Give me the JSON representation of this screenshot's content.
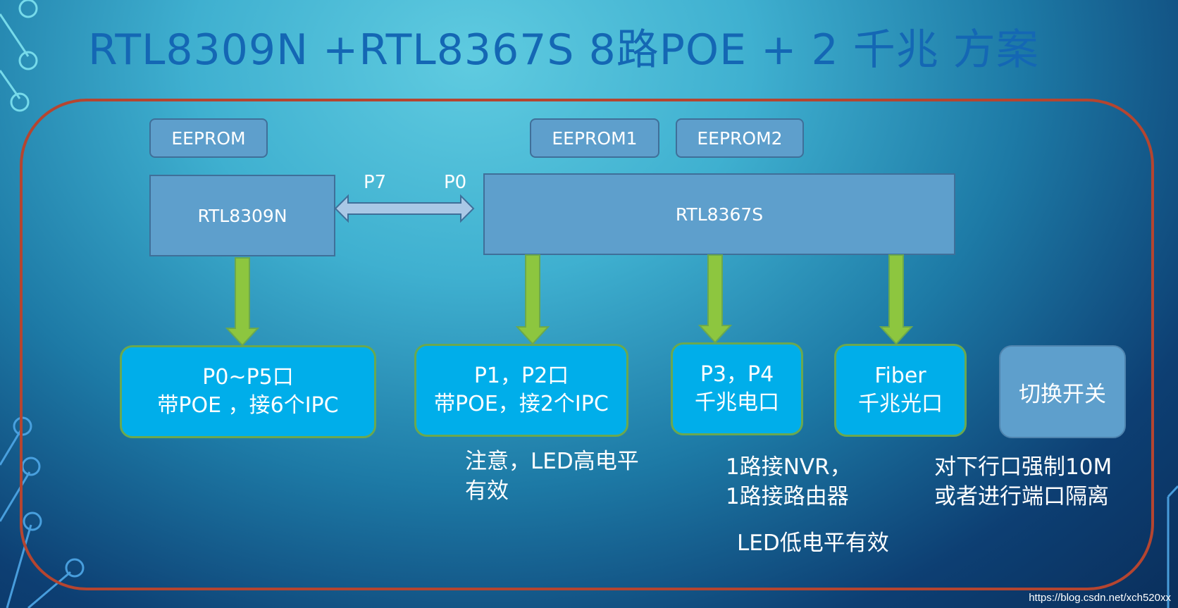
{
  "title": "RTL8309N +RTL8367S 8路POE + 2 千兆 方案",
  "eeprom": "EEPROM",
  "eeprom1": "EEPROM1",
  "eeprom2": "EEPROM2",
  "chip_left": "RTL8309N",
  "chip_right": "RTL8367S",
  "link_left_label": "P7",
  "link_right_label": "P0",
  "ports": {
    "p0p5": {
      "line1": "P0~P5口",
      "line2": "带POE ，接6个IPC"
    },
    "p1p2": {
      "line1": "P1，P2口",
      "line2": "带POE，接2个IPC"
    },
    "p3p4": {
      "line1": "P3，P4",
      "line2": "千兆电口"
    },
    "fiber": {
      "line1": "Fiber",
      "line2": "千兆光口"
    }
  },
  "switch_label": "切换开关",
  "notes": {
    "led_high_1": "注意，LED高电平",
    "led_high_2": "有效",
    "nvr_1": "1路接NVR，",
    "nvr_2": "1路接路由器",
    "led_low": "LED低电平有效",
    "force_1": "对下行口强制10M",
    "force_2": "或者进行端口隔离"
  },
  "colors": {
    "title": "#1467b4",
    "frame": "#b54530",
    "chip": "#5e9fcc",
    "port": "#00aeea",
    "arrow": "#8dc63f"
  },
  "watermark": "https://blog.csdn.net/xch520xx"
}
